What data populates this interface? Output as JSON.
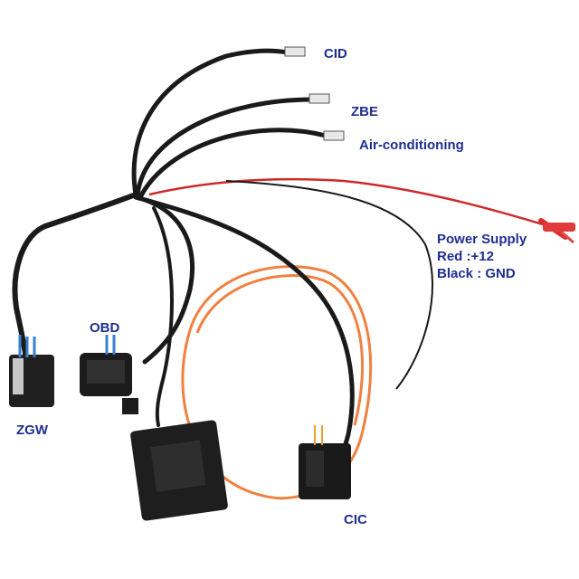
{
  "labels": {
    "cid": "CID",
    "zbe": "ZBE",
    "air_conditioning": "Air-conditioning",
    "power_supply": [
      "Power Supply",
      "Red :+12",
      "Black : GND"
    ],
    "obd": "OBD",
    "zgw": "ZGW",
    "cic": "CIC"
  },
  "colors": {
    "label_text": "#1f2f8f",
    "cable_black": "#1a1a1a",
    "wire_red": "#cc2a2a",
    "fiber_orange": "#f08040",
    "background": "#ffffff"
  }
}
